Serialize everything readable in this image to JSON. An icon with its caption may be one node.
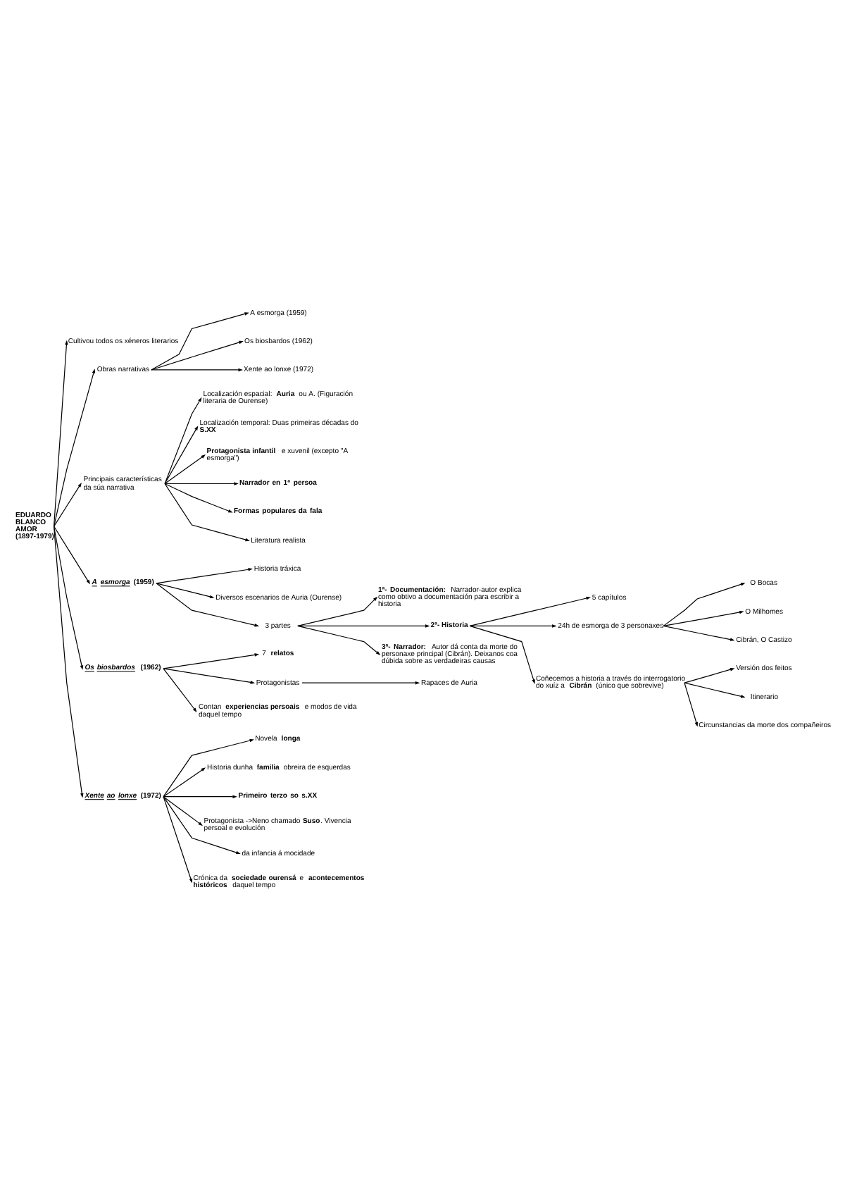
{
  "diagram": {
    "nodes": [
      {
        "text": [
          "EDUARDO BLANCO AMOR (1897-1979)"
        ]
      },
      {
        "text": [
          "Cultivou todos os xéneros literarios"
        ]
      },
      {
        "text": [
          "Obras narrativas"
        ]
      },
      {
        "text": [
          "A esmorga (1959)"
        ]
      },
      {
        "text": [
          "Os biosbardos (1962)"
        ]
      },
      {
        "text": [
          "Xente ao lonxe (1972)"
        ]
      },
      {
        "text": [
          "Principais características da súa narrativa"
        ]
      },
      {
        "text": [
          "Localización espacial: **Auria** ou A. (Figuración literaria de Ourense)"
        ]
      },
      {
        "text": [
          "Localización temporal: Duas primeiras décadas do **S.XX**"
        ]
      },
      {
        "text": [
          "**Protagonista infantil** e xuvenil (excepto \"A esmorga\")"
        ]
      },
      {
        "text": [
          "**Narrador en 1ª persoa**"
        ]
      },
      {
        "text": [
          "**Formas populares da fala**"
        ]
      },
      {
        "text": [
          "Literatura realista"
        ]
      },
      {
        "text": [
          "*A esmorga* (1959)"
        ]
      },
      {
        "text": [
          "Historia tráxica"
        ]
      },
      {
        "text": [
          "Diversos escenarios de Auria (Ourense)"
        ]
      },
      {
        "text": [
          "3 partes"
        ]
      },
      {
        "text": [
          "**1ª- Documentación:** Narrador-autor explica como obtivo a documentación para escribir a historia"
        ]
      },
      {
        "text": [
          "2ª- Historia"
        ]
      },
      {
        "text": [
          "5 capítulos"
        ]
      },
      {
        "text": [
          "24h de esmorga de 3 personaxes"
        ]
      },
      {
        "text": [
          "O Bocas"
        ]
      },
      {
        "text": [
          "O Milhomes"
        ]
      },
      {
        "text": [
          "Cibrán, O Castizo"
        ]
      },
      {
        "text": [
          "Coñecemos a historia a través do interrogatorio do xuíz a **Cibrán** (único que sobrevive)"
        ]
      },
      {
        "text": [
          "Versión dos feitos"
        ]
      },
      {
        "text": [
          "Itinerario"
        ]
      },
      {
        "text": [
          "Circunstancias da morte dos compañeiros"
        ]
      },
      {
        "text": [
          "**3ª- Narrador:** Autor dá conta da morte do personaxe principal (Cibrán). Deixanos coa dúbida sobre as verdadeiras causas"
        ]
      },
      {
        "text": [
          "*Os biosbardos* (1962)"
        ]
      },
      {
        "text": [
          "7 **relatos**"
        ]
      },
      {
        "text": [
          "Protagonistas"
        ]
      },
      {
        "text": [
          "Rapaces de Auria"
        ]
      },
      {
        "text": [
          "Contan **experiencias persoais** e modos de vida daquel tempo"
        ]
      },
      {
        "text": [
          "*Xente ao lonxe* (1972)"
        ]
      },
      {
        "text": [
          "Novela **longa**"
        ]
      },
      {
        "text": [
          "Historia dunha **familia** obreira de esquerdas"
        ]
      },
      {
        "text": [
          "**Primeiro terzo so s.XX**"
        ]
      },
      {
        "text": [
          "Protagonista ->Neno chamado **Suso**. Vivencia persoal e evolución"
        ]
      },
      {
        "text": [
          "da infancia á mocidade"
        ]
      },
      {
        "text": [
          "Crónica da **sociedade ourensá** e **acontecementos históricos** daquel tempo"
        ]
      }
    ],
    "edges": [
      {
        "from": 0,
        "to": 1,
        "arrow": "to"
      },
      {
        "from": 0,
        "to": 2,
        "arrow": "to"
      },
      {
        "from": 2,
        "to": 3,
        "arrow": "to"
      },
      {
        "from": 2,
        "to": 4,
        "arrow": "to"
      },
      {
        "from": 2,
        "to": 5,
        "arrow": "to"
      },
      {
        "from": 0,
        "to": 6,
        "arrow": "to"
      },
      {
        "from": 6,
        "to": 7,
        "arrow": "to"
      },
      {
        "from": 6,
        "to": 8,
        "arrow": "to"
      },
      {
        "from": 6,
        "to": 9,
        "arrow": "to"
      },
      {
        "from": 6,
        "to": 10,
        "arrow": "to"
      },
      {
        "from": 6,
        "to": 11,
        "arrow": "to"
      },
      {
        "from": 6,
        "to": 12,
        "arrow": "to"
      },
      {
        "from": 0,
        "to": 13,
        "arrow": "to"
      },
      {
        "from": 13,
        "to": 14,
        "arrow": "to"
      },
      {
        "from": 13,
        "to": 15,
        "arrow": "to"
      },
      {
        "from": 13,
        "to": 16,
        "arrow": "to"
      },
      {
        "from": 16,
        "to": 17,
        "arrow": "to"
      },
      {
        "from": 16,
        "to": 18,
        "arrow": "to"
      },
      {
        "from": 18,
        "to": 19,
        "arrow": "to"
      },
      {
        "from": 18,
        "to": 20,
        "arrow": "to"
      },
      {
        "from": 20,
        "to": 21,
        "arrow": "to"
      },
      {
        "from": 20,
        "to": 22,
        "arrow": "to"
      },
      {
        "from": 20,
        "to": 23,
        "arrow": "to"
      },
      {
        "from": 18,
        "to": 24,
        "arrow": "to"
      },
      {
        "from": 24,
        "to": 25,
        "arrow": "to"
      },
      {
        "from": 24,
        "to": 26,
        "arrow": "to"
      },
      {
        "from": 24,
        "to": 27,
        "arrow": "to"
      },
      {
        "from": 16,
        "to": 28,
        "arrow": "to"
      },
      {
        "from": 0,
        "to": 29,
        "arrow": "to"
      },
      {
        "from": 29,
        "to": 30,
        "arrow": "to"
      },
      {
        "from": 29,
        "to": 31,
        "arrow": "to"
      },
      {
        "from": 31,
        "to": 32,
        "arrow": "to"
      },
      {
        "from": 29,
        "to": 33,
        "arrow": "to"
      },
      {
        "from": 0,
        "to": 34,
        "arrow": "to"
      },
      {
        "from": 34,
        "to": 35,
        "arrow": "to"
      },
      {
        "from": 34,
        "to": 36,
        "arrow": "to"
      },
      {
        "from": 34,
        "to": 37,
        "arrow": "to"
      },
      {
        "from": 34,
        "to": 38,
        "arrow": "to"
      },
      {
        "from": 34,
        "to": 39,
        "arrow": "to"
      },
      {
        "from": 34,
        "to": 40,
        "arrow": "to"
      }
    ]
  }
}
